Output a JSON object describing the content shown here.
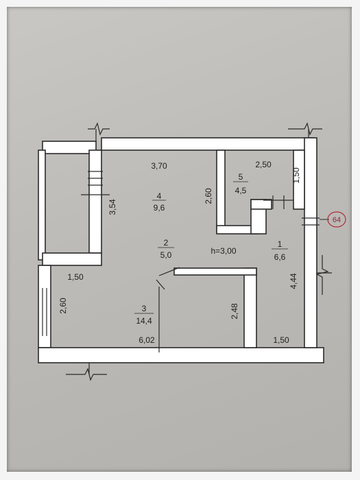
{
  "plan": {
    "rooms": [
      {
        "id": "1",
        "num": "1",
        "area": "6,6"
      },
      {
        "id": "2",
        "num": "2",
        "area": "5,0"
      },
      {
        "id": "3",
        "num": "3",
        "area": "14,4"
      },
      {
        "id": "4",
        "num": "4",
        "area": "9,6"
      },
      {
        "id": "5",
        "num": "5",
        "area": "4,5"
      }
    ],
    "dimensions": {
      "d_3_70": "3,70",
      "d_2_50": "2,50",
      "d_1_50_top": "1,50",
      "d_2_60_mid": "2,60",
      "d_3_54": "3,54",
      "d_1_50_left": "1,50",
      "d_2_60_left": "2,60",
      "d_6_02": "6,02",
      "d_2_48": "2,48",
      "d_4_44": "4,44",
      "d_1_50_bottom": "1,50"
    },
    "ceiling_height": "h=3,00",
    "apartment_number": "64",
    "colors": {
      "wall_fill": "#ffffff",
      "wall_stroke": "#2a2a2a",
      "badge_stroke": "#b0283a",
      "badge_text": "#9c2234"
    }
  }
}
